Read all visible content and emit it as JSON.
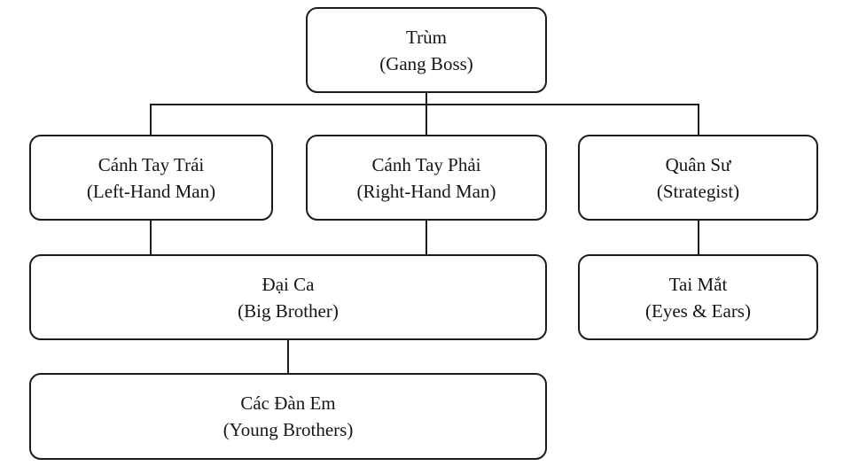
{
  "diagram": {
    "type": "org-chart",
    "description": "Gang hierarchy organization chart with Vietnamese titles and English translations",
    "colors": {
      "background": "#ffffff",
      "box_border": "#1c1c1c",
      "text": "#151515",
      "connector": "#1c1c1c"
    },
    "nodes": {
      "boss": {
        "primary": "Trùm",
        "secondary": "(Gang Boss)"
      },
      "left_hand": {
        "primary": "Cánh Tay Trái",
        "secondary": "(Left-Hand Man)"
      },
      "right_hand": {
        "primary": "Cánh Tay Phải",
        "secondary": "(Right-Hand Man)"
      },
      "strategist": {
        "primary": "Quân Sư",
        "secondary": "(Strategist)"
      },
      "big_brother": {
        "primary": "Đại Ca",
        "secondary": "(Big Brother)"
      },
      "eyes_ears": {
        "primary": "Tai Mắt",
        "secondary": "(Eyes & Ears)"
      },
      "young_brothers": {
        "primary": "Các Đàn Em",
        "secondary": "(Young Brothers)"
      }
    },
    "edges": [
      {
        "from": "boss",
        "to": "left_hand"
      },
      {
        "from": "boss",
        "to": "right_hand"
      },
      {
        "from": "boss",
        "to": "strategist"
      },
      {
        "from": "left_hand",
        "to": "big_brother"
      },
      {
        "from": "right_hand",
        "to": "big_brother"
      },
      {
        "from": "strategist",
        "to": "eyes_ears"
      },
      {
        "from": "big_brother",
        "to": "young_brothers"
      }
    ]
  }
}
